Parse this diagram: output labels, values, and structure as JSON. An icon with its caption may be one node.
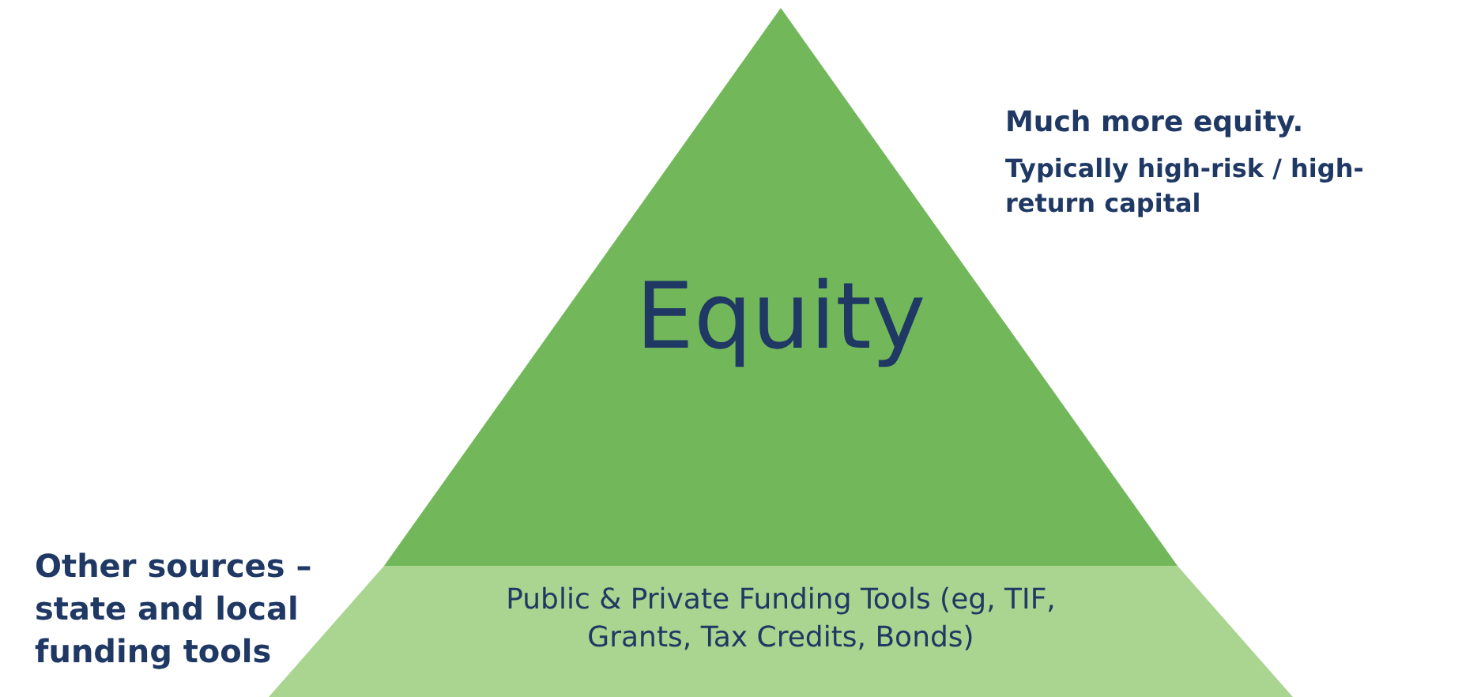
{
  "diagram": {
    "nodes": [
      {
        "text": [
          "Equity"
        ],
        "beside": [
          "Much more equity.",
          "Typically high-risk / high-return capital"
        ]
      },
      {
        "text": [
          "Public & Private Funding Tools (eg, TIF, Grants, Tax Credits, Bonds)"
        ],
        "beside": [
          "Other sources – state and local funding tools"
        ]
      }
    ],
    "edges": []
  }
}
